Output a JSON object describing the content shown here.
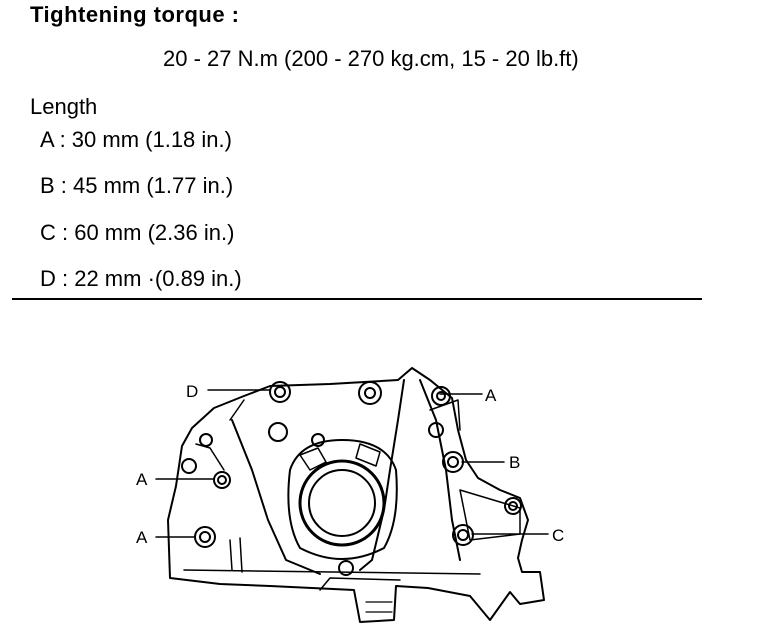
{
  "torque": {
    "heading": "Tightening torque :",
    "value": "20 - 27 N.m (200 - 270 kg.cm, 15 - 20 lb.ft)"
  },
  "length": {
    "heading": "Length",
    "rows": [
      {
        "text": "A : 30 mm (1.18 in.)"
      },
      {
        "text": "B : 45 mm (1.77 in.)"
      },
      {
        "text": "C : 60 mm (2.36 in.)"
      },
      {
        "text": "D : 22 mm ·(0.89 in.)"
      }
    ]
  },
  "diagram": {
    "callouts": {
      "d_top": "D",
      "a_top": "A",
      "b": "B",
      "a_left1": "A",
      "a_left2": "A",
      "c": "C"
    }
  }
}
